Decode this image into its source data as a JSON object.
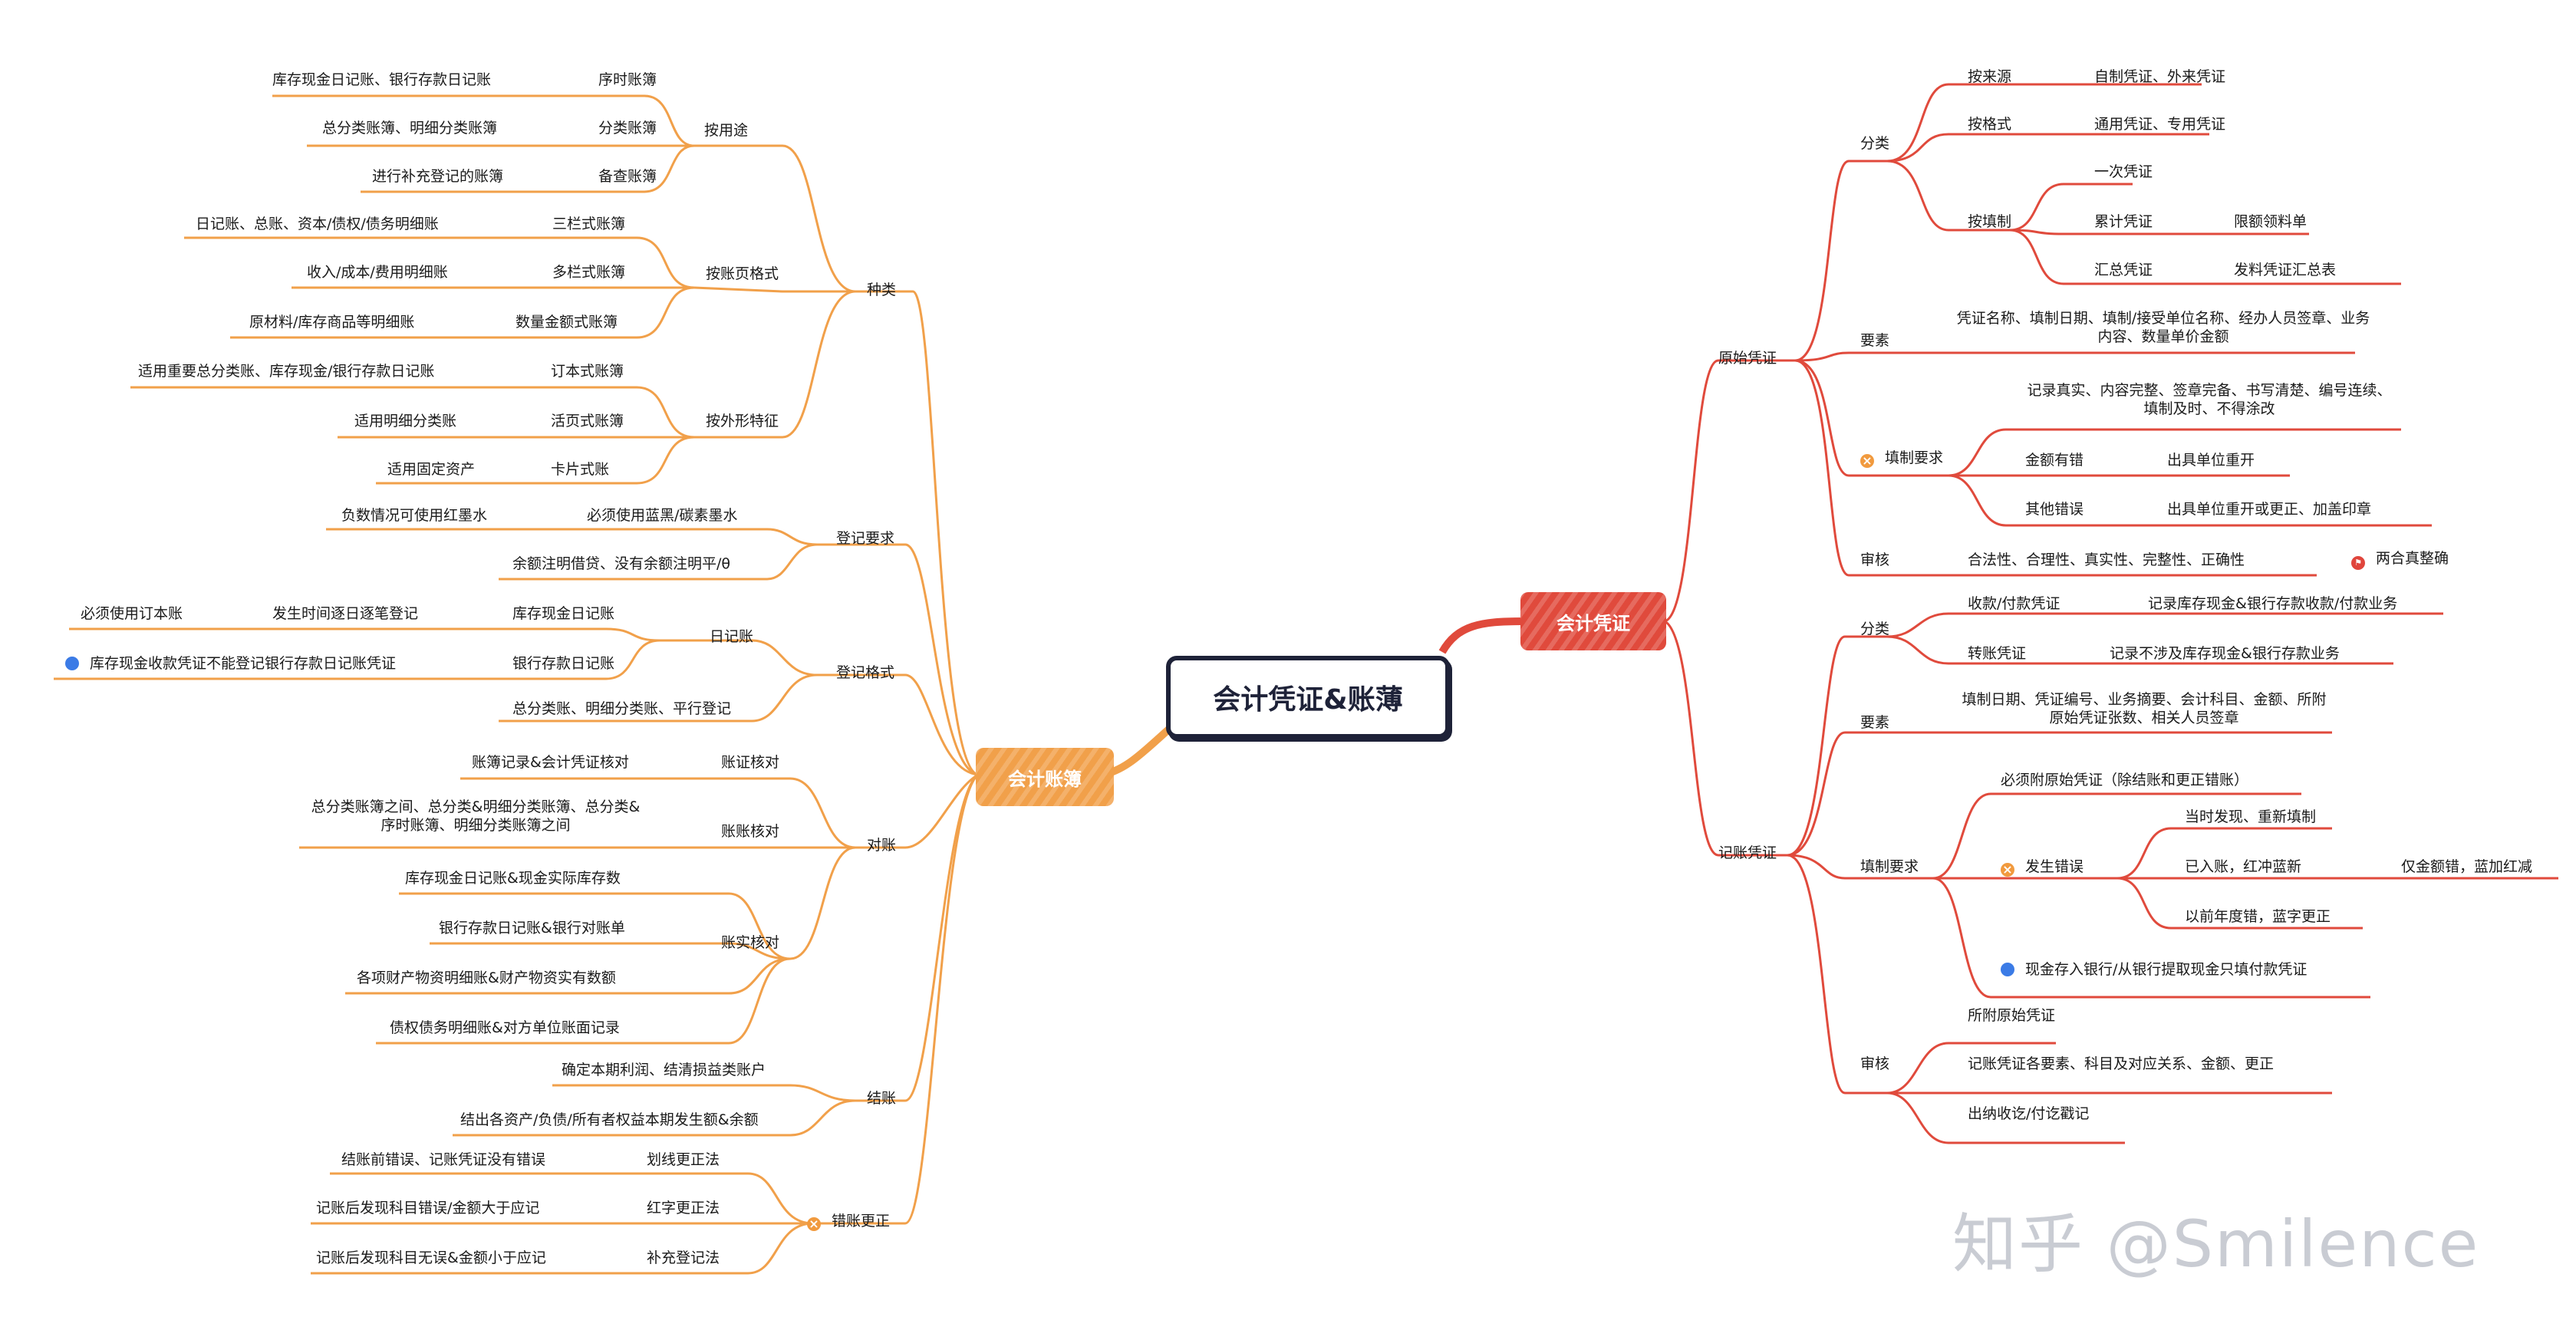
{
  "root": "会计凭证&账薄",
  "left_main": "会计账簿",
  "right_main": "会计凭证",
  "watermark": "知乎 @Smilence",
  "colors": {
    "left_branch": "#f1a04a",
    "right_branch": "#e04a3c",
    "root_border": "#1e2238"
  },
  "left": {
    "zhonglei": {
      "label": "种类",
      "by_use": {
        "label": "按用途",
        "items": [
          {
            "label": "序时账簿",
            "note": "库存现金日记账、银行存款日记账"
          },
          {
            "label": "分类账簿",
            "note": "总分类账簿、明细分类账簿"
          },
          {
            "label": "备查账簿",
            "note": "进行补充登记的账簿"
          }
        ]
      },
      "by_format": {
        "label": "按账页格式",
        "items": [
          {
            "label": "三栏式账簿",
            "note": "日记账、总账、资本/债权/债务明细账"
          },
          {
            "label": "多栏式账簿",
            "note": "收入/成本/费用明细账"
          },
          {
            "label": "数量金额式账簿",
            "note": "原材料/库存商品等明细账"
          }
        ]
      },
      "by_shape": {
        "label": "按外形特征",
        "items": [
          {
            "label": "订本式账簿",
            "note": "适用重要总分类账、库存现金/银行存款日记账"
          },
          {
            "label": "活页式账簿",
            "note": "适用明细分类账"
          },
          {
            "label": "卡片式账",
            "note": "适用固定资产"
          }
        ]
      }
    },
    "dengji_yaoqiu": {
      "label": "登记要求",
      "items": [
        {
          "label": "必须使用蓝黑/碳素墨水",
          "note": "负数情况可使用红墨水"
        },
        {
          "label": "余额注明借贷、没有余额注明平/θ"
        }
      ]
    },
    "dengji_geshi": {
      "label": "登记格式",
      "rijizhang": {
        "label": "日记账",
        "items": [
          {
            "label": "库存现金日记账",
            "note": "发生时间逐日逐笔登记",
            "note2": "必须使用订本账"
          },
          {
            "label": "银行存款日记账",
            "note": "库存现金收款凭证不能登记银行存款日记账凭证"
          }
        ]
      },
      "pinghang": "总分类账、明细分类账、平行登记"
    },
    "duizhang": {
      "label": "对账",
      "zhengzhang": {
        "label": "账证核对",
        "note": "账簿记录&会计凭证核对"
      },
      "zhangzhang": {
        "label": "账账核对",
        "note": "总分类账簿之间、总分类&明细分类账簿、总分类&序时账簿、明细分类账簿之间"
      },
      "zhangshi": {
        "label": "账实核对",
        "items": [
          "库存现金日记账&现金实际库存数",
          "银行存款日记账&银行对账单",
          "各项财产物资明细账&财产物资实有数额",
          "债权债务明细账&对方单位账面记录"
        ]
      }
    },
    "jiezhang": {
      "label": "结账",
      "items": [
        "确定本期利润、结清损益类账户",
        "结出各资产/负债/所有者权益本期发生额&余额"
      ]
    },
    "cuozhang": {
      "label": "错账更正",
      "items": [
        {
          "label": "划线更正法",
          "note": "结账前错误、记账凭证没有错误"
        },
        {
          "label": "红字更正法",
          "note": "记账后发现科目错误/金额大于应记"
        },
        {
          "label": "补充登记法",
          "note": "记账后发现科目无误&金额小于应记"
        }
      ]
    }
  },
  "right": {
    "yuanshi": {
      "label": "原始凭证",
      "fenlei": {
        "label": "分类",
        "laiyuan": {
          "label": "按来源",
          "note": "自制凭证、外来凭证"
        },
        "geshi": {
          "label": "按格式",
          "note": "通用凭证、专用凭证"
        },
        "tianzhi": {
          "label": "按填制",
          "items": [
            {
              "label": "一次凭证"
            },
            {
              "label": "累计凭证",
              "note": "限额领料单"
            },
            {
              "label": "汇总凭证",
              "note": "发料凭证汇总表"
            }
          ]
        }
      },
      "yaosu": {
        "label": "要素",
        "note": "凭证名称、填制日期、填制/接受单位名称、经办人员签章、业务内容、数量单价金额"
      },
      "tianzhi_yaoqiu": {
        "label": "填制要求",
        "note": "记录真实、内容完整、签章完备、书写清楚、编号连续、填制及时、不得涂改",
        "items": [
          {
            "label": "金额有错",
            "note": "出具单位重开"
          },
          {
            "label": "其他错误",
            "note": "出具单位重开或更正、加盖印章"
          }
        ]
      },
      "shenhe": {
        "label": "审核",
        "note": "合法性、合理性、真实性、完整性、正确性",
        "flag": "两合真整确"
      }
    },
    "jizhang": {
      "label": "记账凭证",
      "fenlei": {
        "label": "分类",
        "items": [
          {
            "label": "收款/付款凭证",
            "note": "记录库存现金&银行存款收款/付款业务"
          },
          {
            "label": "转账凭证",
            "note": "记录不涉及库存现金&银行存款业务"
          }
        ]
      },
      "yaosu": {
        "label": "要素",
        "note": "填制日期、凭证编号、业务摘要、会计科目、金额、所附原始凭证张数、相关人员签章"
      },
      "tianzhi_yaoqiu": {
        "label": "填制要求",
        "first": "必须附原始凭证（除结账和更正错账）",
        "fasheng": {
          "label": "发生错误",
          "items": [
            {
              "label": "当时发现、重新填制"
            },
            {
              "label": "已入账，红冲蓝新",
              "note": "仅金额错，蓝加红减"
            },
            {
              "label": "以前年度错，蓝字更正"
            }
          ]
        },
        "last": "现金存入银行/从银行提取现金只填付款凭证"
      },
      "shenhe": {
        "label": "审核",
        "items": [
          "所附原始凭证",
          "记账凭证各要素、科目及对应关系、金额、更正",
          "出纳收讫/付讫戳记"
        ]
      }
    }
  }
}
